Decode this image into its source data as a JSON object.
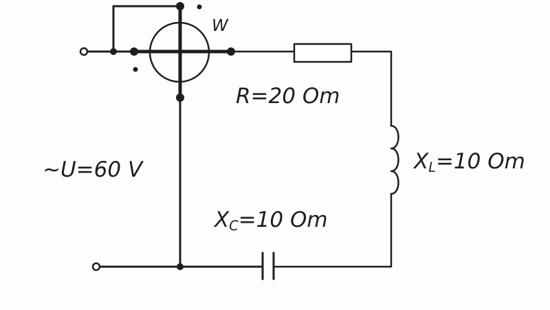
{
  "colors": {
    "background": "#fdfdfd",
    "ink": "#1e1e1e"
  },
  "labels": {
    "wattmeter": "W",
    "resistor": "R=20 Om",
    "inductor_symbol": "X",
    "inductor_sub": "L",
    "inductor_value": "=10 Om",
    "source": "~U=60 V",
    "capacitor_symbol": "X",
    "capacitor_sub": "C",
    "capacitor_value": "=10 Om"
  }
}
